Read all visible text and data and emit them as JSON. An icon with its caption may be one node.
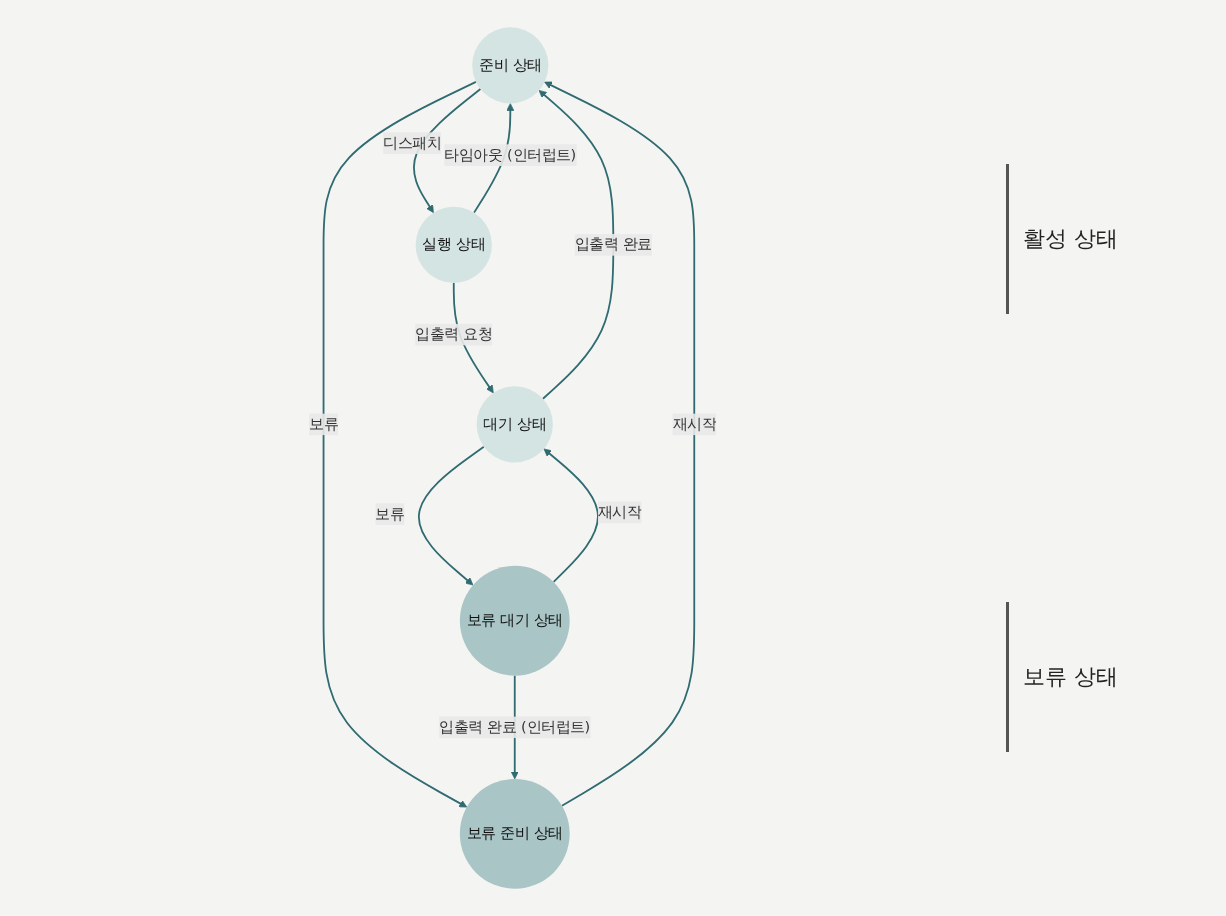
{
  "diagram": {
    "nodes": [
      {
        "text": [
          "준비 상태"
        ]
      },
      {
        "text": [
          "실행 상태"
        ]
      },
      {
        "text": [
          "대기 상태"
        ]
      },
      {
        "text": [
          "보류 준비 상태"
        ]
      },
      {
        "text": [
          "보류 대기 상태"
        ]
      }
    ],
    "edges": [
      {
        "from": 0,
        "to": 1,
        "arrow": "to",
        "label": "디스패치"
      },
      {
        "from": 1,
        "to": 0,
        "arrow": "to",
        "label": "타임아웃 (인터럽트)"
      },
      {
        "from": 1,
        "to": 2,
        "arrow": "to",
        "label": "입출력 요청"
      },
      {
        "from": 2,
        "to": 0,
        "arrow": "to",
        "label": "입출력 완료"
      },
      {
        "from": 0,
        "to": 3,
        "arrow": "to",
        "label": "보류"
      },
      {
        "from": 3,
        "to": 0,
        "arrow": "to",
        "label": "재시작"
      },
      {
        "from": 2,
        "to": 4,
        "arrow": "to",
        "label": "보류"
      },
      {
        "from": 4,
        "to": 2,
        "arrow": "to",
        "label": "재시작"
      },
      {
        "from": 4,
        "to": 3,
        "arrow": "to",
        "label": "입출력 완료 (인터럽트)"
      }
    ],
    "labels": [
      "활성 상태",
      "보류 상태"
    ]
  }
}
